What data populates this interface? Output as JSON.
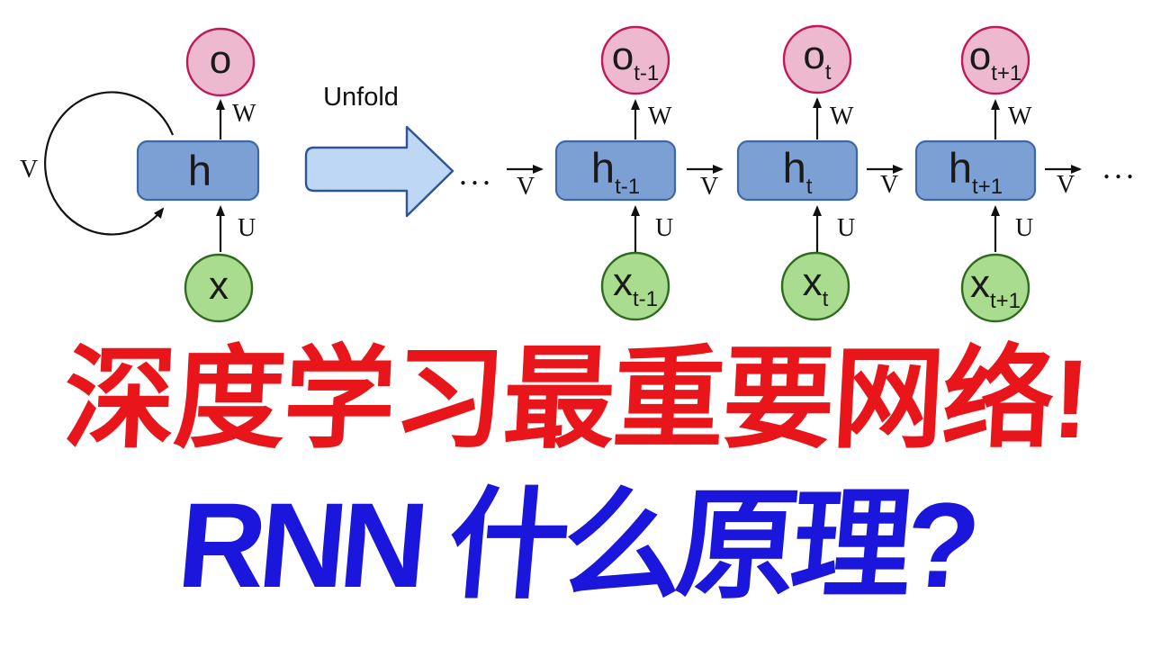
{
  "colors": {
    "caption_red": "#E8151B",
    "caption_blue": "#1B16DB",
    "output_node_fill": "#ECB9CE",
    "output_node_border": "#C2185B",
    "input_node_fill": "#A9DC8E",
    "input_node_border": "#2F6B1F",
    "hidden_box_fill": "#7DA0D4",
    "hidden_box_border": "#3D68A8",
    "unfold_arrow_fill": "#BDD7F4",
    "unfold_arrow_border": "#2F5597",
    "edge_color": "#111111"
  },
  "diagram": {
    "unfold_label": "Unfold",
    "ellipsis_left": "...",
    "ellipsis_right": "...",
    "folded": {
      "output": "o",
      "hidden": "h",
      "input": "x",
      "w": "W",
      "u": "U",
      "v": "V"
    },
    "unfolded": {
      "v_in": "V",
      "columns": [
        {
          "output": "o",
          "output_sub": "t-1",
          "hidden": "h",
          "hidden_sub": "t-1",
          "input": "x",
          "input_sub": "t-1",
          "w": "W",
          "u": "U",
          "v": "V"
        },
        {
          "output": "o",
          "output_sub": "t",
          "hidden": "h",
          "hidden_sub": "t",
          "input": "x",
          "input_sub": "t",
          "w": "W",
          "u": "U",
          "v": "V"
        },
        {
          "output": "o",
          "output_sub": "t+1",
          "hidden": "h",
          "hidden_sub": "t+1",
          "input": "x",
          "input_sub": "t+1",
          "w": "W",
          "u": "U",
          "v": "V"
        }
      ]
    }
  },
  "caption": {
    "line1": "深度学习最重要网络!",
    "line2": "RNN 什么原理?"
  }
}
